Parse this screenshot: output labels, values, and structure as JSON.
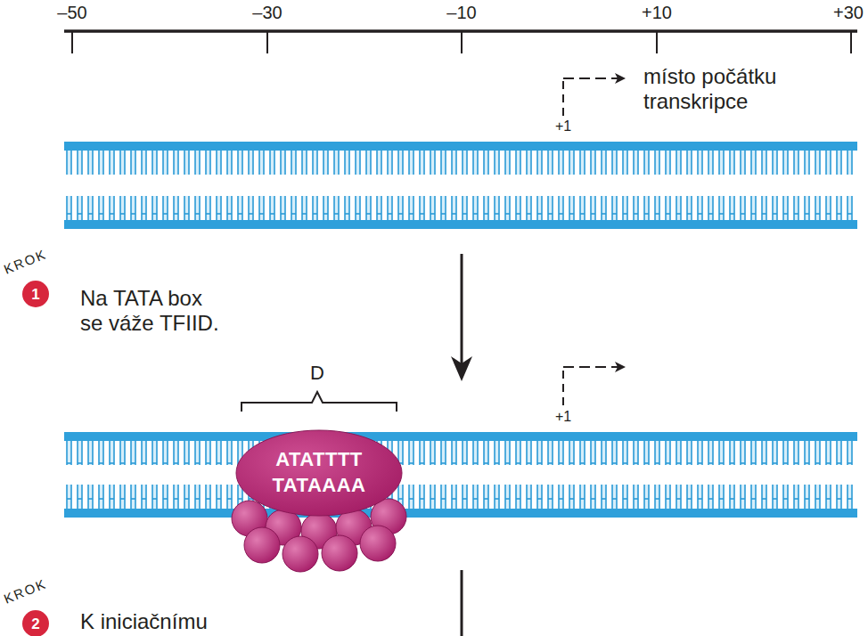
{
  "diagram": {
    "nodes": [
      {
        "text": [
          "KROK",
          "1"
        ]
      },
      {
        "text": [
          "ATATTTT",
          "TATAAAA"
        ]
      },
      {
        "text": [
          "KROK",
          "2"
        ]
      }
    ],
    "labels": [
      "–50",
      "–30",
      "–10",
      "+10",
      "+30",
      "+1",
      "místo počátku transkripce",
      "Na TATA box se váže TFIID.",
      "D",
      "+1",
      "K iniciačnímu"
    ]
  }
}
